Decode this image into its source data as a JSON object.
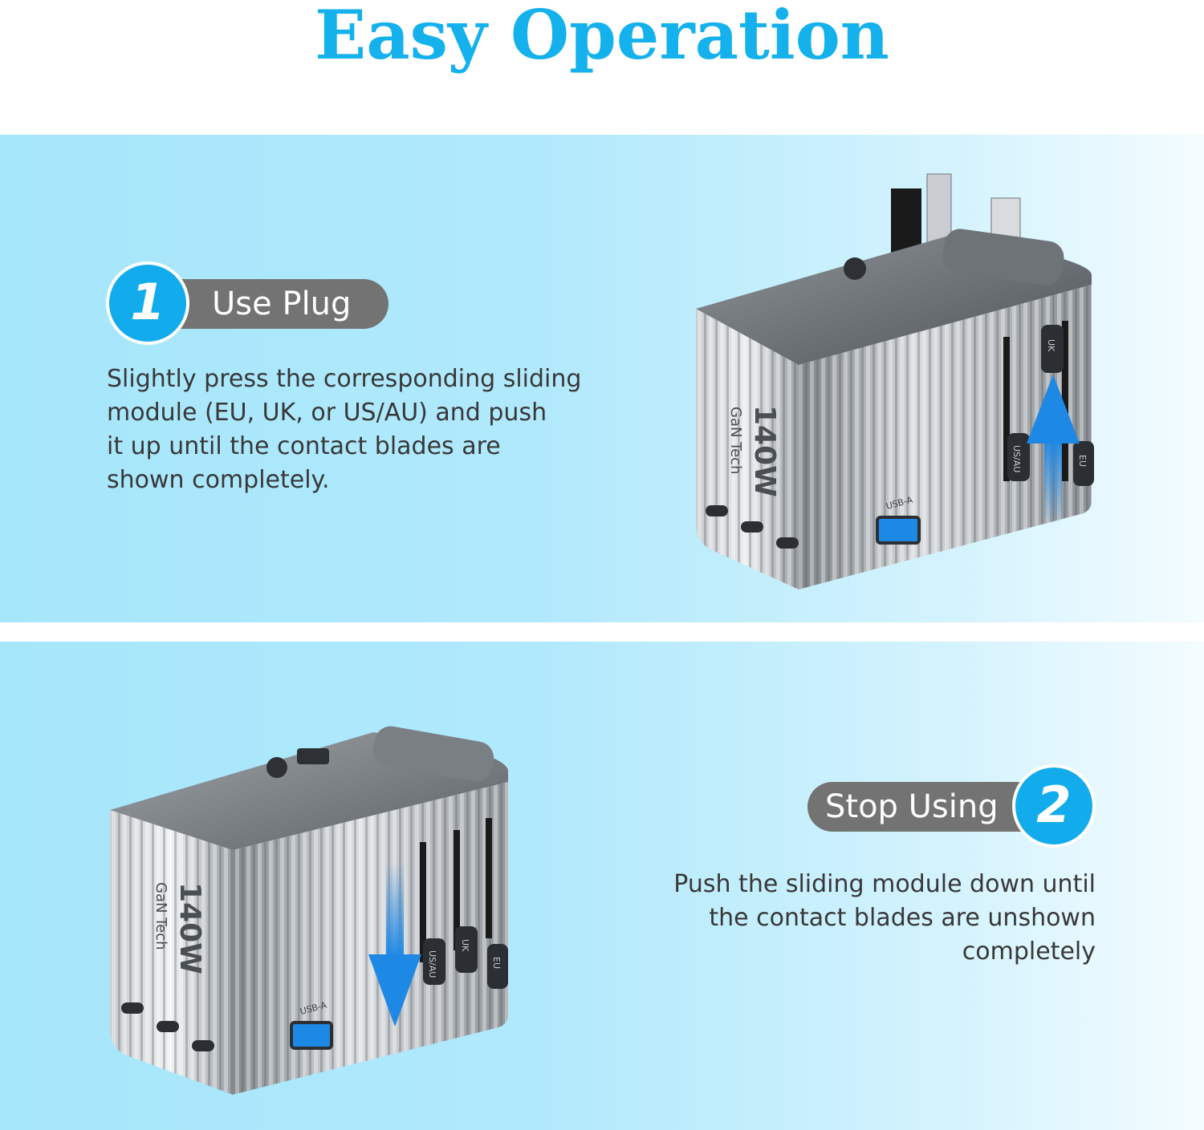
{
  "page": {
    "title": "Easy Operation"
  },
  "steps": [
    {
      "number": "1",
      "label": "Use Plug",
      "description": [
        "Slightly press the corresponding sliding",
        "module (EU, UK, or US/AU) and push",
        "it up until the contact blades are",
        "shown completely."
      ]
    },
    {
      "number": "2",
      "label": "Stop Using",
      "description": [
        "Push the sliding module down until",
        "the contact blades are unshown",
        "completely"
      ]
    }
  ],
  "device": {
    "brand_text": "GaN Tech",
    "wattage_text": "140W",
    "usb_a_label": "USB-A",
    "slider_labels": {
      "uk": "UK",
      "usau": "US/AU",
      "eu": "EU"
    }
  },
  "colors": {
    "accent": "#14b1ec",
    "pill": "#737373",
    "arrow": "#1e88e5"
  }
}
